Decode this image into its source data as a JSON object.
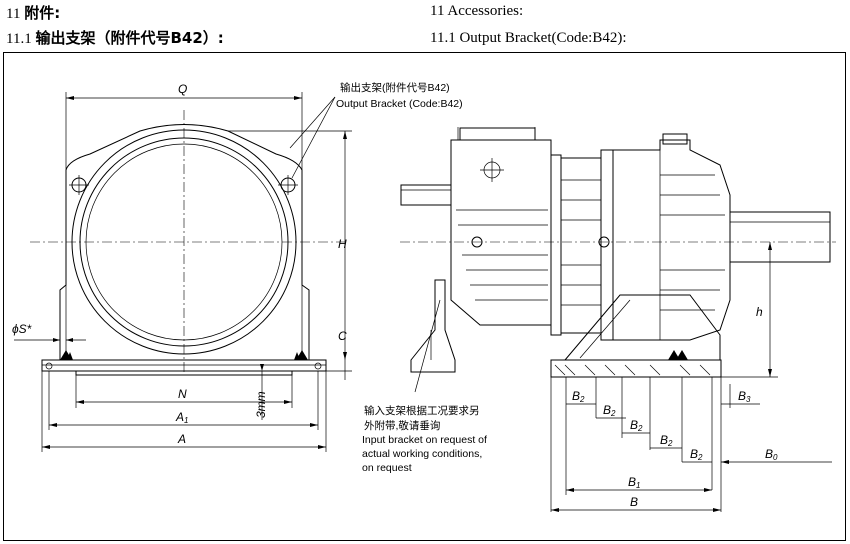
{
  "header": {
    "left_num": "11",
    "left_title": "附件:",
    "left_sub_num": "11.1",
    "left_sub_title": "输出支架（附件代号B42）:",
    "right_title": "11 Accessories:",
    "right_sub": "11.1 Output Bracket(Code:B42):"
  },
  "callouts": {
    "output_bracket_cn": "输出支架(附件代号B42)",
    "output_bracket_en": "Output Bracket (Code:B42)",
    "input_bracket_cn_1": "输入支架根据工况要求另",
    "input_bracket_cn_2": "外附带,敬请垂询",
    "input_bracket_en_1": "Input bracket on request of",
    "input_bracket_en_2": "actual working conditions,",
    "input_bracket_en_3": "on request"
  },
  "dims_front": {
    "Q": "Q",
    "H": "H",
    "C": "C",
    "S": "ϕS*",
    "N": "N",
    "A1": "A",
    "A1_sub": "1",
    "A": "A",
    "gap": "3mm"
  },
  "dims_side": {
    "h": "h",
    "B2": "B",
    "B2_sub": "2",
    "B3": "B",
    "B3_sub": "3",
    "B0": "B",
    "B0_sub": "0",
    "B1": "B",
    "B1_sub": "1",
    "B": "B"
  },
  "icons": [
    "mounting-hole-icon",
    "centre-mark-icon"
  ]
}
